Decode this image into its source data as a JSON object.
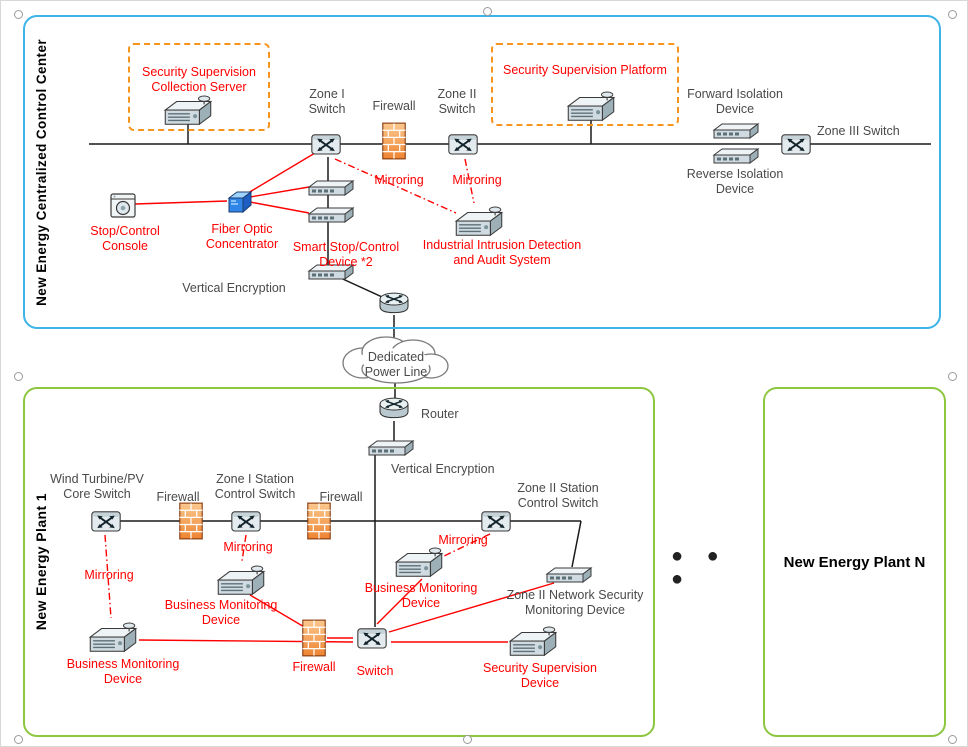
{
  "colors": {
    "red": "#ff0000",
    "dark_text": "#4a4a4a",
    "control_center_border": "#3cb4e7",
    "plant_border": "#8dc63f",
    "supervision_box_border": "#f7941e"
  },
  "control_center": {
    "title": "New Energy Centralized Control Center",
    "collection_server": "Security Supervision Collection Server",
    "supervision_platform": "Security Supervision Platform",
    "zone1_switch": "Zone I Switch",
    "firewall": "Firewall",
    "zone2_switch": "Zone II Switch",
    "forward_isolation": "Forward Isolation Device",
    "reverse_isolation": "Reverse Isolation Device",
    "zone3_switch": "Zone III Switch",
    "mirroring_left": "Mirroring",
    "mirroring_right": "Mirroring",
    "stop_console": "Stop/Control Console",
    "fiber_concentrator": "Fiber Optic Concentrator",
    "smart_stop_device": "Smart Stop/Control Device *2",
    "iid_audit_system": "Industrial Intrusion Detection and Audit System",
    "vertical_encryption": "Vertical Encryption"
  },
  "wan": {
    "cloud": "Dedicated Power Line",
    "router_label": "Router"
  },
  "plant1": {
    "title": "New Energy Plant 1",
    "vertical_encryption": "Vertical Encryption",
    "core_switch": "Wind Turbine/PV Core Switch",
    "firewall_1": "Firewall",
    "zone1_station_switch": "Zone I Station Control Switch",
    "firewall_2": "Firewall",
    "zone2_station_switch": "Zone II Station Control Switch",
    "mirroring_core": "Mirroring",
    "mirroring_zone1": "Mirroring",
    "mirroring_zone2": "Mirroring",
    "bmd_zone1": "Business Monitoring Device",
    "bmd_zone2": "Business Monitoring Device",
    "bmd_core": "Business Monitoring Device",
    "zone2_net_sec_monitor": "Zone II Network Security Monitoring Device",
    "firewall_3": "Firewall",
    "switch": "Switch",
    "security_supervision_device": "Security Supervision Device"
  },
  "plantN": {
    "title": "New Energy Plant N"
  },
  "ellipsis": "● ● ●"
}
